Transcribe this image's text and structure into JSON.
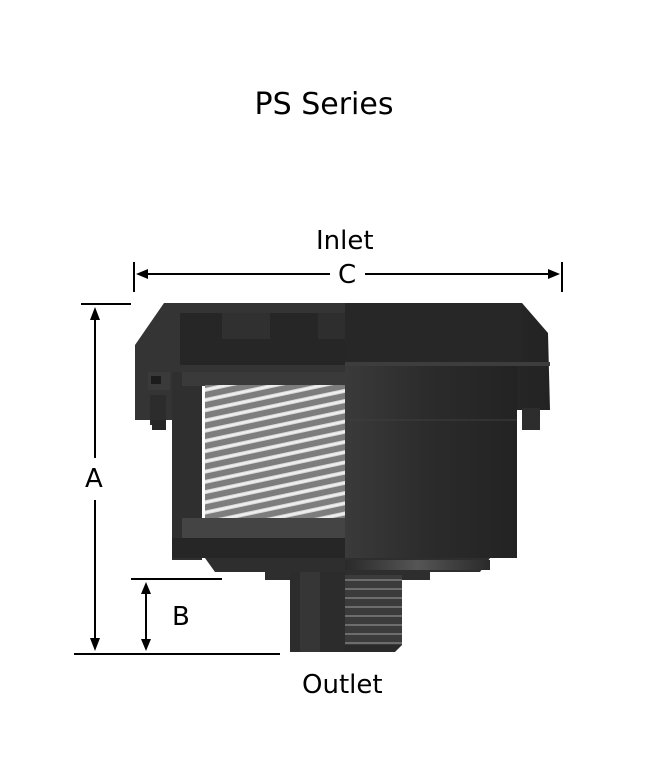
{
  "diagram": {
    "title": "PS Series",
    "labels": {
      "inlet": "Inlet",
      "outlet": "Outlet",
      "dim_a": "A",
      "dim_b": "B",
      "dim_c": "C"
    },
    "colors": {
      "body_dark": "#262626",
      "body_mid": "#333333",
      "body_light": "#454545",
      "filter_light": "#d8d8d8",
      "filter_dark": "#8a8a8a",
      "line": "#000000"
    }
  }
}
